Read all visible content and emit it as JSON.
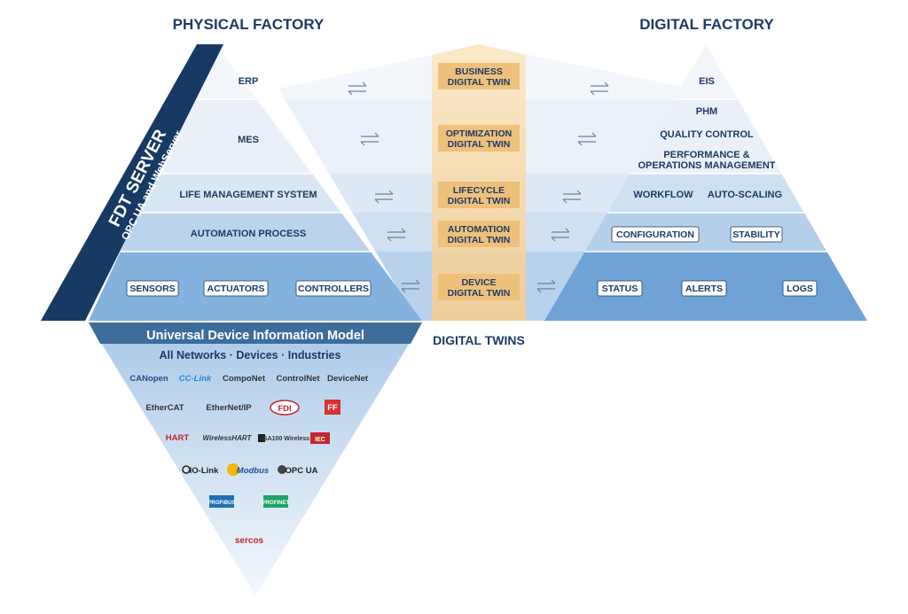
{
  "headers": {
    "physical": "PHYSICAL FACTORY",
    "digital": "DIGITAL FACTORY",
    "twins": "DIGITAL TWINS"
  },
  "server_banner": {
    "line1": "FDT SERVER",
    "line2": "OPC UA and WebServer"
  },
  "physical_levels": [
    {
      "label": "ERP"
    },
    {
      "label": "MES"
    },
    {
      "label": "LIFE MANAGEMENT SYSTEM"
    },
    {
      "label": "AUTOMATION PROCESS"
    }
  ],
  "physical_bottom": [
    "SENSORS",
    "ACTUATORS",
    "CONTROLLERS"
  ],
  "twins": [
    {
      "line1": "BUSINESS",
      "line2": "DIGITAL TWIN"
    },
    {
      "line1": "OPTIMIZATION",
      "line2": "DIGITAL TWIN"
    },
    {
      "line1": "LIFECYCLE",
      "line2": "DIGITAL TWIN"
    },
    {
      "line1": "AUTOMATION",
      "line2": "DIGITAL TWIN"
    },
    {
      "line1": "DEVICE",
      "line2": "DIGITAL TWIN"
    }
  ],
  "digital_levels": {
    "eis": "EIS",
    "phm": "PHM",
    "quality": "QUALITY CONTROL",
    "perf1": "PERFORMANCE &",
    "perf2": "OPERATIONS MANAGEMENT",
    "workflow": "WORKFLOW",
    "autoscaling": "AUTO-SCALING",
    "configuration": "CONFIGURATION",
    "stability": "STABILITY",
    "status": "STATUS",
    "alerts": "ALERTS",
    "logs": "LOGS"
  },
  "udim": {
    "title": "Universal Device Information Model",
    "subtitle": "All Networks · Devices · Industries"
  },
  "protocol_logos": [
    [
      "CANopen",
      "CC-Link",
      "CompoNet",
      "ControlNet",
      "DeviceNet"
    ],
    [
      "EtherCAT",
      "EtherNet/IP",
      "FDI",
      "FF"
    ],
    [
      "HART",
      "WirelessHART",
      "ISA100 Wireless",
      "IEC"
    ],
    [
      "IO-Link",
      "Modbus",
      "OPC UA"
    ],
    [
      "PROFIBUS",
      "PROFINET"
    ],
    [
      "sercos"
    ]
  ],
  "colors": {
    "navy": "#1d3b66",
    "band_dark": "#84b2de",
    "twin_column": "#f6d9a4",
    "twin_box": "#efc07a"
  }
}
